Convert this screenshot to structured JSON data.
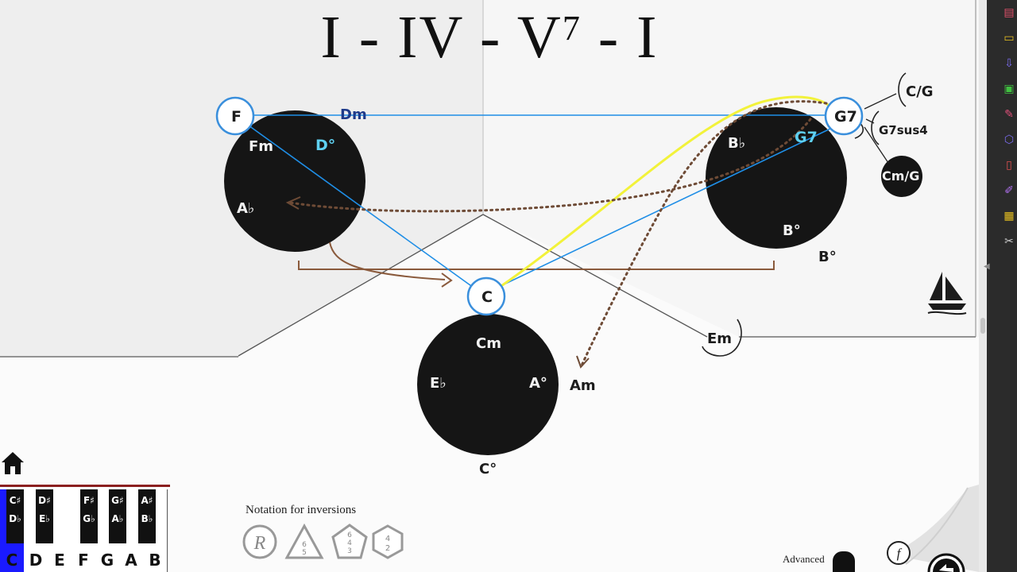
{
  "title": {
    "part1": "I - IV - V",
    "sup": "7",
    "part2": " - I"
  },
  "nodes": {
    "subdominant": {
      "ring": "F",
      "top_right": "Dm",
      "inside": [
        "Fm",
        "D°",
        "A♭"
      ]
    },
    "dominant": {
      "ring": "G7",
      "inside": [
        "B♭",
        "G7",
        "B°"
      ],
      "outside": "B°",
      "satellites": [
        "C/G",
        "G7sus4",
        "Cm/G"
      ]
    },
    "tonic": {
      "ring": "C",
      "inside": [
        "Cm",
        "E♭",
        "A°"
      ],
      "bottom": "C°",
      "right": "Am",
      "far_right": "Em"
    }
  },
  "notation": {
    "title": "Notation for inversions",
    "symbols": [
      "R",
      "6 5",
      "6 4 3",
      "4 2"
    ]
  },
  "piano": {
    "white_keys": [
      "C",
      "D",
      "E",
      "F",
      "G",
      "A",
      "B"
    ],
    "black_keys": [
      {
        "sharp": "C♯",
        "flat": "D♭"
      },
      {
        "sharp": "D♯",
        "flat": "E♭"
      },
      {
        "sharp": "F♯",
        "flat": "G♭"
      },
      {
        "sharp": "G♯",
        "flat": "A♭"
      },
      {
        "sharp": "A♯",
        "flat": "B♭"
      }
    ],
    "highlight_color": "#1a1aff"
  },
  "footer": {
    "advanced_label": "Advanced",
    "f_button": "f"
  },
  "colors": {
    "ring_blue": "#3a8fdc",
    "line_blue": "#1f8ee6",
    "highlight_yellow": "#f2f23a",
    "arrow_brown": "#8a5a3c"
  },
  "sidebar_icons": [
    "layout-icon",
    "comment-icon",
    "share-icon",
    "export-icon",
    "edit-icon",
    "shield-icon",
    "pdf-icon",
    "sign-icon",
    "scan-icon",
    "tools-icon"
  ]
}
